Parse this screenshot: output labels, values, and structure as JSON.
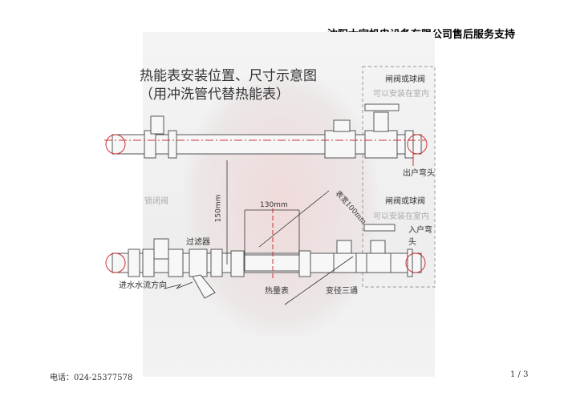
{
  "header": {
    "company": "沈阳太宇机电设备有限公司售后服务支持"
  },
  "diagram": {
    "title": "热能表安装位置、尺寸示意图",
    "subtitle": "（用冲洗管代替热能表）",
    "labels": {
      "valve_top": "闸阀或球阀",
      "indoor_top": "可以安装在室内",
      "outlet_elbow": "出户弯头",
      "lock_valve": "锁闭阀",
      "valve_bottom": "闸阀或球阀",
      "indoor_bottom": "可以安装在室内",
      "inlet_elbow": "入户弯头",
      "filter": "过滤器",
      "flow_direction": "进水水流方向",
      "heat_meter": "热量表",
      "reducing_tee": "变径三通",
      "dim_150": "150mm",
      "dim_130": "130mm",
      "dim_width": "表宽100mm"
    }
  },
  "footer": {
    "phone": "电话：024-25377578",
    "page": "1 / 3"
  }
}
